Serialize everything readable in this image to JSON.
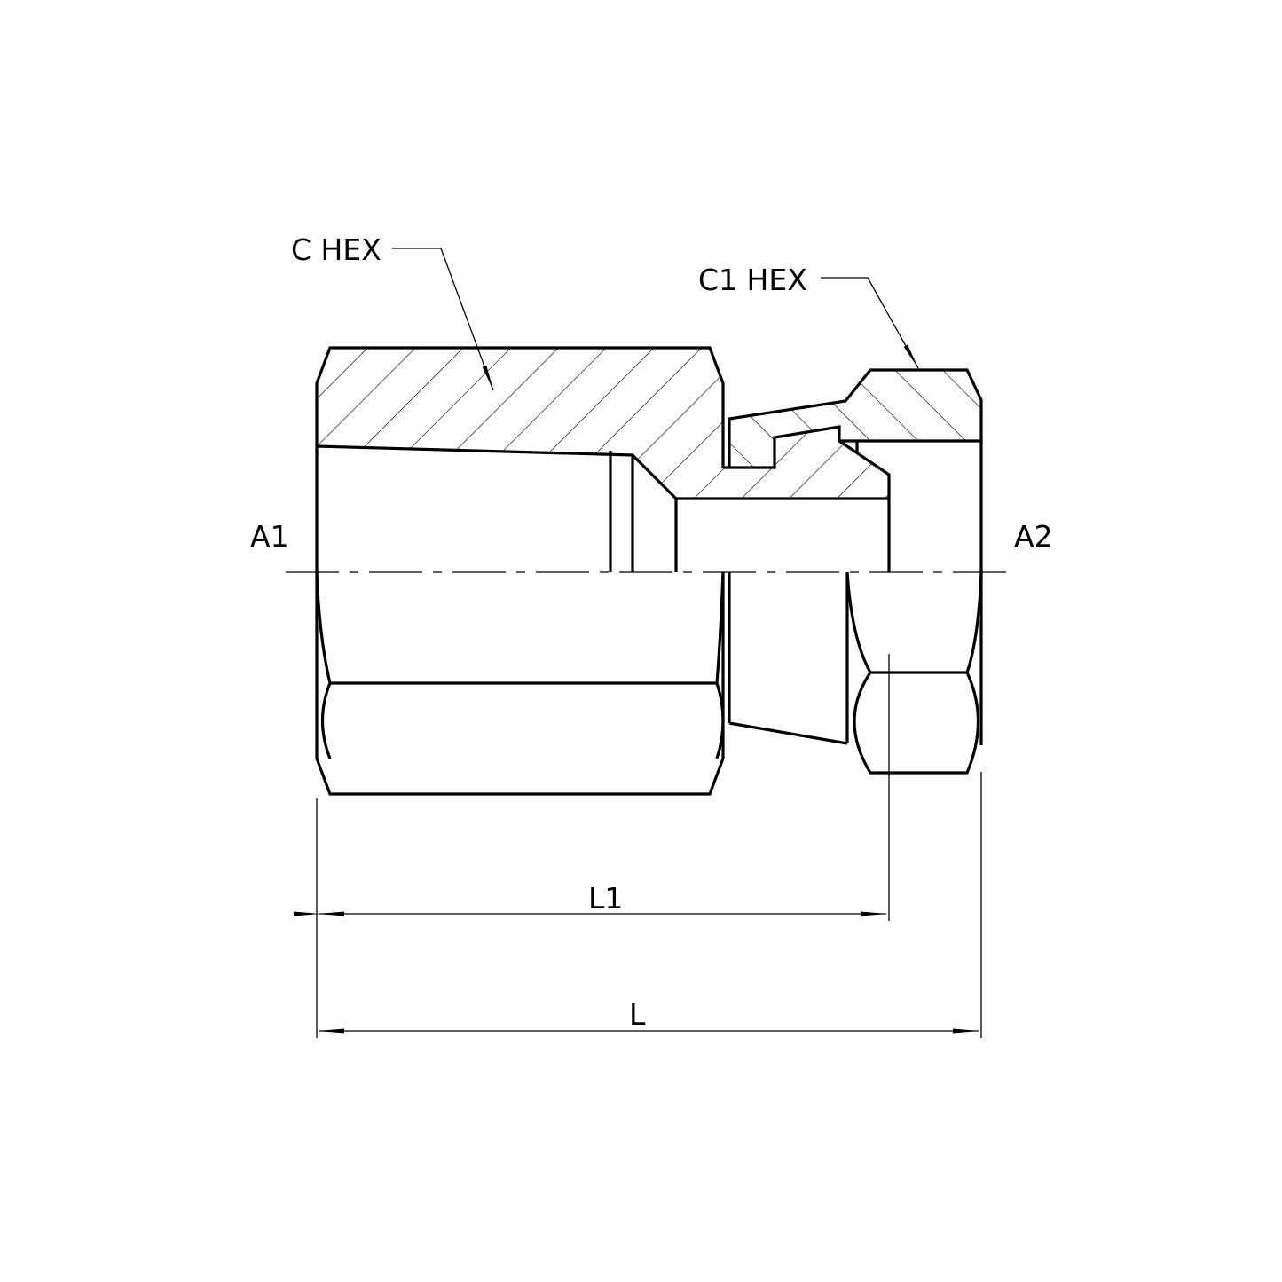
{
  "labels": {
    "c_hex": "C HEX",
    "c1_hex": "C1 HEX",
    "a1": "A1",
    "a2": "A2",
    "l1": "L1",
    "l": "L"
  },
  "colors": {
    "line": "#000000",
    "background": "#ffffff"
  }
}
